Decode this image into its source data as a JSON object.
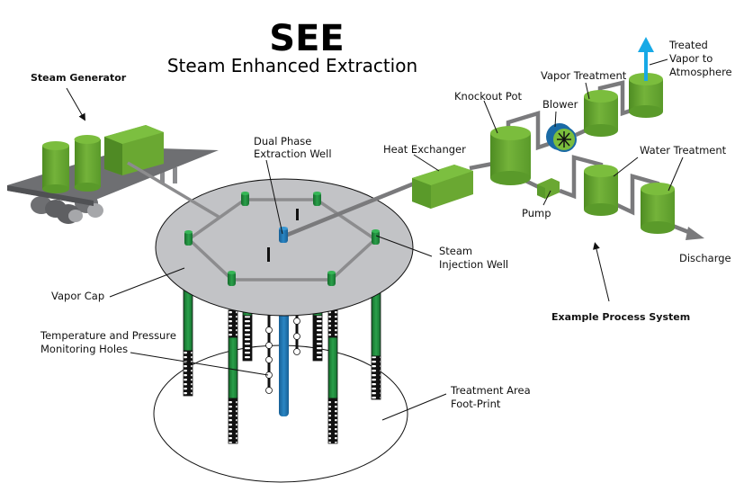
{
  "title": "SEE",
  "subtitle": "Steam Enhanced Extraction",
  "labels": {
    "steam_generator": "Steam Generator",
    "dual_phase_1": "Dual Phase",
    "dual_phase_2": "Extraction Well",
    "heat_exchanger": "Heat Exchanger",
    "knockout_pot": "Knockout Pot",
    "blower": "Blower",
    "vapor_treatment": "Vapor Treatment",
    "treated_1": "Treated",
    "treated_2": "Vapor to",
    "treated_3": "Atmosphere",
    "water_treatment": "Water Treatment",
    "pump": "Pump",
    "discharge": "Discharge",
    "steam_injection_1": "Steam",
    "steam_injection_2": "Injection Well",
    "vapor_cap": "Vapor Cap",
    "tp_1": "Temperature and Pressure",
    "tp_2": "Monitoring Holes",
    "footprint_1": "Treatment Area",
    "footprint_2": "Foot-Print",
    "example_process": "Example Process System"
  },
  "colors": {
    "equipment_green": "#6aa832",
    "equipment_green_dark": "#4f8a24",
    "well_green": "#1f8a3a",
    "extraction_blue": "#1e74b0",
    "vapor_arrow_blue": "#17a9e6",
    "cap_gray": "#c2c3c6",
    "pipe_gray": "#7a7a7c",
    "trailer_gray": "#6e6f72"
  }
}
